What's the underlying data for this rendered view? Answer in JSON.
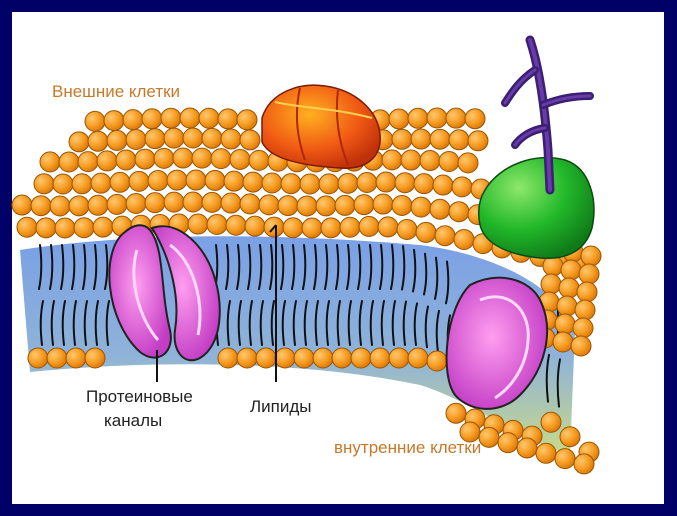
{
  "labels": {
    "outer_cells": "Внешние клетки",
    "protein_channels_line1": "Протеиновые",
    "protein_channels_line2": "каналы",
    "lipids": "Липиды",
    "inner_cells": "внутренние клетки"
  },
  "colors": {
    "frame": "#000066",
    "lipid_head": "#f59a1f",
    "membrane_core": "#6f93d6",
    "protein_channel": "#cc44cc",
    "red_protein": "#e8461a",
    "green_protein": "#20b82a",
    "glycoprotein": "#4a2a8a",
    "label_orange": "#c8782a"
  }
}
